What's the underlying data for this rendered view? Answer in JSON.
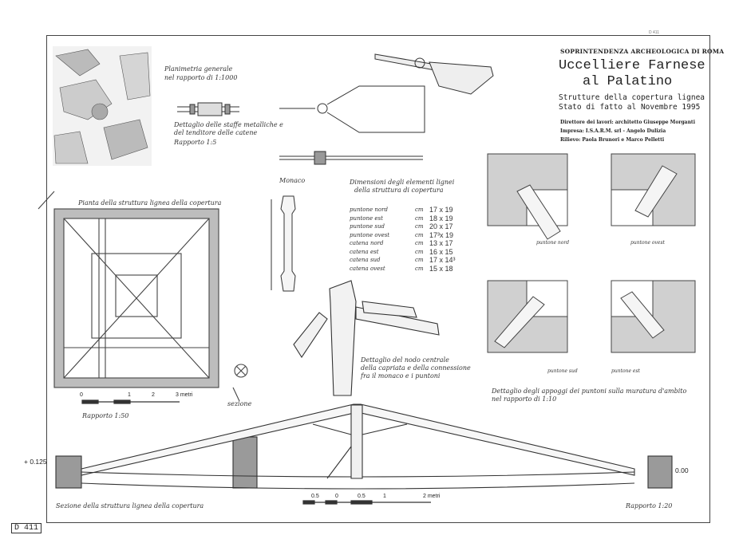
{
  "title_block": {
    "agency": "SOPRINTENDENZA ARCHEOLOGICA DI ROMA",
    "title_line1": "Uccelliere Farnese",
    "title_line2": "al Palatino",
    "subtitle_line1": "Strutture della copertura lignea",
    "subtitle_line2": "Stato di fatto al Novembre 1995",
    "credit_director": "Direttore dei lavori: architetto Giuseppe Morganti",
    "credit_firm": "Impresa: I.S.A.R.M. srl  -  Angelo Dulizia",
    "credit_survey": "Rilievo: Paola Brunori e Marco Pelletti"
  },
  "captions": {
    "site_plan": "Planimetria generale",
    "site_plan_scale": "nel rapporto di 1:1000",
    "detail_line1": "Dettaglio delle staffe metalliche e",
    "detail_line2": "del tenditore delle catene",
    "detail_scale": "Rapporto 1:5",
    "plan_title": "Pianta della struttura lignea della copertura",
    "plan_scale": "Rapporto 1:50",
    "section_label": "sezione",
    "monaco": "Monaco",
    "dims_title_line1": "Dimensioni degli elementi lignei",
    "dims_title_line2": "della struttura di copertura",
    "node_line1": "Dettaglio del nodo centrale",
    "node_line2": "della capriata e della connessione",
    "node_line3": "fra il monaco e i puntoni",
    "supports_line1": "Dettaglio degli appoggi dei puntoni sulla muratura d'ambito",
    "supports_line2": "nel rapporto di 1:10",
    "section_title": "Sezione della struttura lignea della copertura",
    "section_scale": "Rapporto 1:20"
  },
  "support_labels": [
    "puntone nord",
    "puntone ovest",
    "puntone sud",
    "puntone est"
  ],
  "dimensions": [
    {
      "name": "puntone nord",
      "unit": "cm",
      "value": "17 x 19"
    },
    {
      "name": "puntone est",
      "unit": "cm",
      "value": "18 x 19"
    },
    {
      "name": "puntone sud",
      "unit": "cm",
      "value": "20 x 17"
    },
    {
      "name": "puntone ovest",
      "unit": "cm",
      "value": "17³x 19"
    },
    {
      "name": "catena nord",
      "unit": "cm",
      "value": "13 x 17"
    },
    {
      "name": "catena est",
      "unit": "cm",
      "value": "16 x 15"
    },
    {
      "name": "catena sud",
      "unit": "cm",
      "value": "17 x 14³"
    },
    {
      "name": "catena ovest",
      "unit": "cm",
      "value": "15 x 18"
    }
  ],
  "levels": {
    "left": "+ 0.125",
    "right": "0.00"
  },
  "scale_bar_plan": [
    "0",
    "1",
    "2",
    "3 metri"
  ],
  "scale_bar_section": [
    "0.5",
    "0",
    "0.5",
    "1",
    "2 metri"
  ],
  "sheet_number": "D 411",
  "colors": {
    "ink": "#222222",
    "wall_gray": "#9a9a9a",
    "fill_gray": "#c8c8c8"
  }
}
